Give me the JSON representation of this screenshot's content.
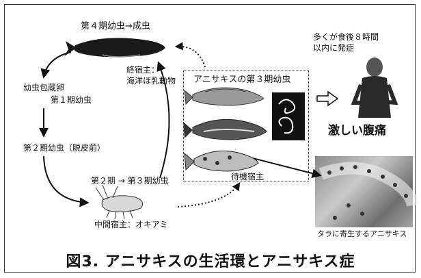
{
  "figure": {
    "caption": "図3. アニサキスの生活環とアニサキス症",
    "stage4": "第４期幼虫→成虫",
    "final_host_line1": "終宿主：",
    "final_host_line2": "海洋ほ乳動物",
    "egg": "幼虫包蔵卵",
    "stage1": "第１期幼虫",
    "stage2_pre": "第２期幼虫（脱皮前）",
    "stage2_3": "第２期 → 第３期幼虫",
    "intermediate_host": "中間宿主：オキアミ",
    "stage3_title": "アニサキスの第３期幼虫",
    "paratenic_host": "待機宿主",
    "onset_line1": "多くが食後８時間",
    "onset_line2": "以内に発症",
    "pain": "激しい腹痛",
    "photo_caption": "タラに寄生するアニサキス"
  }
}
